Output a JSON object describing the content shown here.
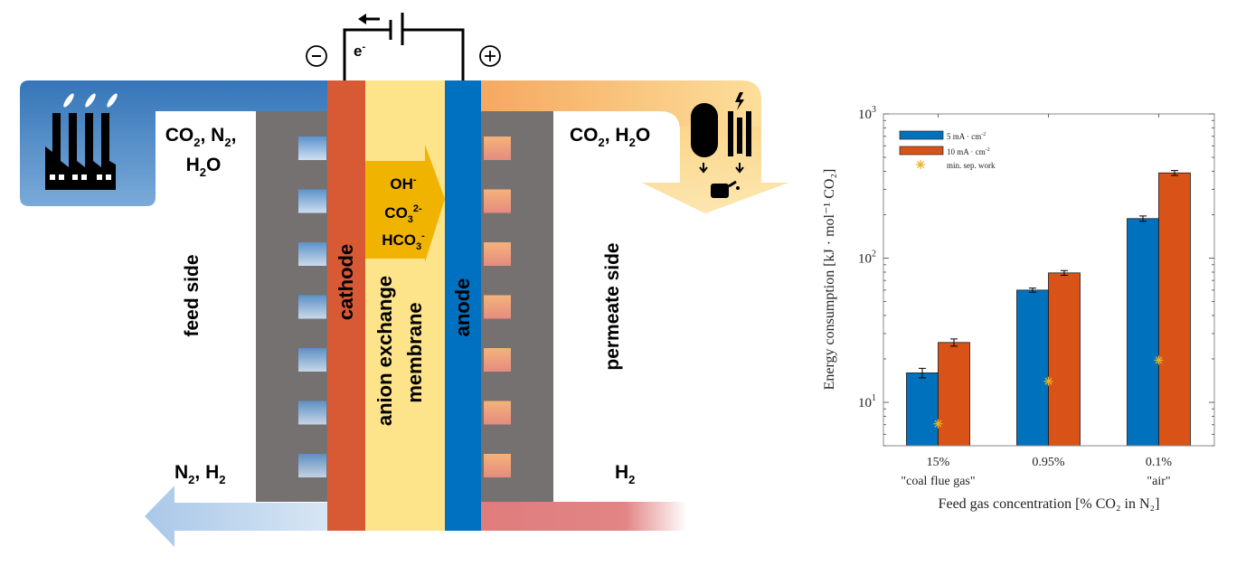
{
  "diagram": {
    "electron_label": "e",
    "electron_sup": "-",
    "minus_terminal": "−",
    "plus_terminal": "+",
    "feed_gas": {
      "line1": [
        "CO",
        "2",
        ", N",
        "2",
        ","
      ],
      "line2": [
        "H",
        "2",
        "O"
      ]
    },
    "permeate_gas": [
      "CO",
      "2",
      ", H",
      "2",
      "O"
    ],
    "ions": {
      "oh": [
        "OH",
        "-"
      ],
      "co3": [
        "CO",
        "3",
        "2-"
      ],
      "hco3": [
        "HCO",
        "3",
        "-"
      ]
    },
    "cathode_label": "cathode",
    "membrane_label_1": "anion exchange",
    "membrane_label_2": "membrane",
    "anode_label": "anode",
    "feed_side_label": "feed side",
    "permeate_side_label": "permeate side",
    "feed_out": [
      "N",
      "2",
      ", H",
      "2"
    ],
    "permeate_out": [
      "H",
      "2"
    ],
    "icons": [
      "factory-icon",
      "gas-tank-icon",
      "electrolyzer-icon",
      "fuel-can-icon",
      "battery-icon"
    ],
    "colors": {
      "feed_blue": "#3a7cc0",
      "cathode": "#d85a35",
      "membrane": "#fde38a",
      "ion_arrow": "#f0b400",
      "anode": "#0070c0",
      "plate": "#767171",
      "permeate_orange": "#f5b06a",
      "h2_red": "#e07c7c"
    }
  },
  "chart_data": {
    "type": "bar",
    "yscale": "log",
    "categories": [
      "15%",
      "0.95%",
      "0.1%"
    ],
    "category_sublabels": [
      "\"coal flue gas\"",
      "",
      "\"air\""
    ],
    "series": [
      {
        "name": "5 mA · cm",
        "sup": "-2",
        "color": "#0072bd",
        "values": [
          16,
          60,
          188
        ],
        "errors": [
          1.2,
          2,
          8
        ]
      },
      {
        "name": "10 mA · cm",
        "sup": "-2",
        "color": "#d95319",
        "values": [
          26,
          79,
          390
        ],
        "errors": [
          1.5,
          3,
          15
        ]
      },
      {
        "name": "min. sep. work",
        "marker": "asterisk",
        "color": "#edb120",
        "values": [
          7.1,
          14,
          19.6
        ]
      }
    ],
    "xlabel": "Feed gas concentration [% CO₂ in N₂]",
    "ylabel": "Energy consumption [kJ · mol⁻¹ CO₂]",
    "ylim": [
      5,
      1000
    ],
    "yticks": [
      "10",
      "10",
      "10"
    ],
    "ytick_exps": [
      "1",
      "2",
      "3"
    ],
    "legend_position": "top-left",
    "grid": false
  }
}
